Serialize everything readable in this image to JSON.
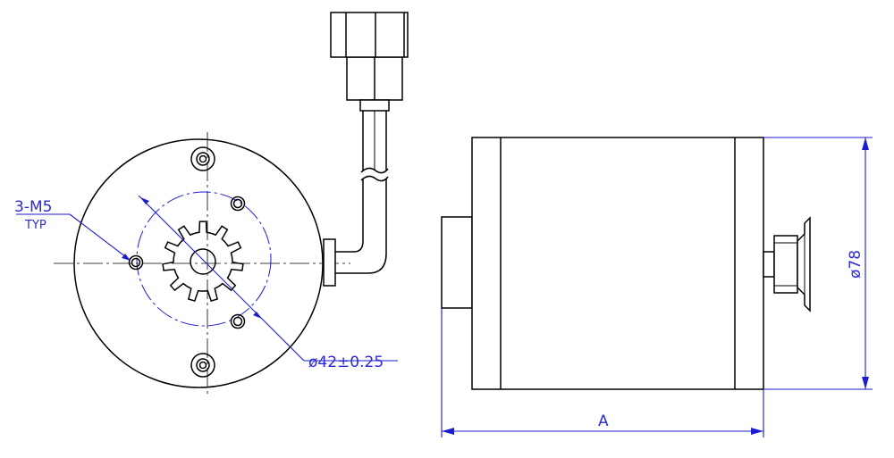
{
  "drawing": {
    "callouts": {
      "thread_count": "3-M5",
      "thread_note": "TYP",
      "bolt_circle": "ø42±0.25",
      "body_diameter": "ø78",
      "length": "A"
    },
    "colors": {
      "outline": "#000000",
      "dimension": "#1d1dd0"
    }
  }
}
